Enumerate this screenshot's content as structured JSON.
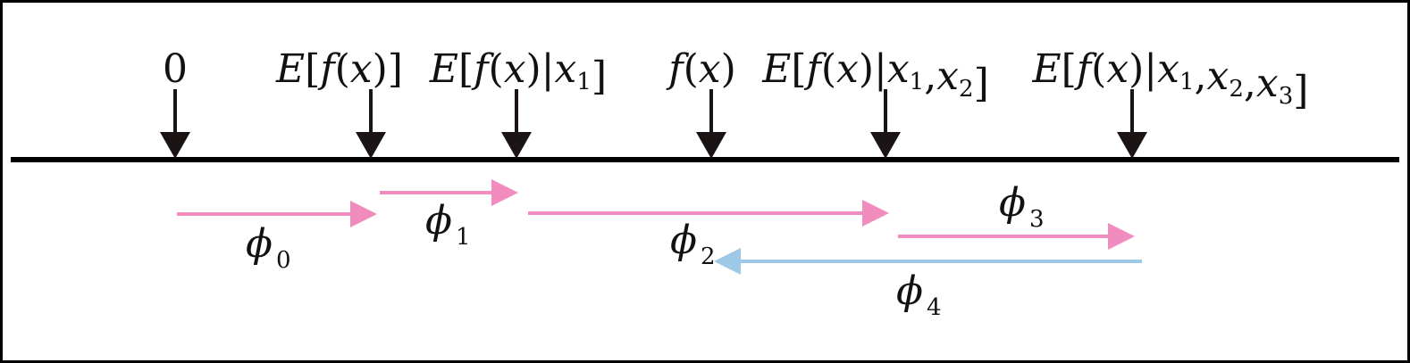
{
  "diagram": {
    "markers": [
      {
        "id": "zero",
        "label": [
          {
            "t": "0",
            "it": false
          }
        ]
      },
      {
        "id": "ef",
        "label": [
          {
            "t": "E",
            "it": true
          },
          {
            "t": "[",
            "it": false
          },
          {
            "t": "f",
            "it": true
          },
          {
            "t": "(",
            "it": false
          },
          {
            "t": "x",
            "it": true
          },
          {
            "t": ")]",
            "it": false
          }
        ]
      },
      {
        "id": "ef1",
        "label": [
          {
            "t": "E",
            "it": true
          },
          {
            "t": "[",
            "it": false
          },
          {
            "t": "f",
            "it": true
          },
          {
            "t": "(",
            "it": false
          },
          {
            "t": "x",
            "it": true
          },
          {
            "t": ")|",
            "it": false
          },
          {
            "t": "x",
            "it": true
          },
          {
            "t": "1",
            "sub": true
          },
          {
            "t": "]",
            "it": false
          }
        ]
      },
      {
        "id": "fx",
        "label": [
          {
            "t": "f",
            "it": true
          },
          {
            "t": "(",
            "it": false
          },
          {
            "t": "x",
            "it": true
          },
          {
            "t": ")",
            "it": false
          }
        ]
      },
      {
        "id": "ef12",
        "label": [
          {
            "t": "E",
            "it": true
          },
          {
            "t": "[",
            "it": false
          },
          {
            "t": "f",
            "it": true
          },
          {
            "t": "(",
            "it": false
          },
          {
            "t": "x",
            "it": true
          },
          {
            "t": ")|",
            "it": false
          },
          {
            "t": "x",
            "it": true
          },
          {
            "t": "1",
            "sub": true
          },
          {
            "t": ",",
            "it": false
          },
          {
            "t": "x",
            "it": true
          },
          {
            "t": "2",
            "sub": true
          },
          {
            "t": "]",
            "it": false
          }
        ]
      },
      {
        "id": "ef123",
        "label": [
          {
            "t": "E",
            "it": true
          },
          {
            "t": "[",
            "it": false
          },
          {
            "t": "f",
            "it": true
          },
          {
            "t": "(",
            "it": false
          },
          {
            "t": "x",
            "it": true
          },
          {
            "t": ")|",
            "it": false
          },
          {
            "t": "x",
            "it": true
          },
          {
            "t": "1",
            "sub": true
          },
          {
            "t": ",",
            "it": false
          },
          {
            "t": "x",
            "it": true
          },
          {
            "t": "2",
            "sub": true
          },
          {
            "t": ",",
            "it": false
          },
          {
            "t": "x",
            "it": true
          },
          {
            "t": "3",
            "sub": true
          },
          {
            "t": "]",
            "it": false
          }
        ]
      }
    ],
    "contributions": [
      {
        "id": "phi0",
        "symbol": "ϕ",
        "subscript": "0",
        "sign": "positive"
      },
      {
        "id": "phi1",
        "symbol": "ϕ",
        "subscript": "1",
        "sign": "positive"
      },
      {
        "id": "phi2",
        "symbol": "ϕ",
        "subscript": "2",
        "sign": "positive"
      },
      {
        "id": "phi3",
        "symbol": "ϕ",
        "subscript": "3",
        "sign": "positive"
      },
      {
        "id": "phi4",
        "symbol": "ϕ",
        "subscript": "4",
        "sign": "negative"
      }
    ],
    "colors": {
      "positive": "#f08cbe",
      "negative": "#9ec9e6",
      "marker": "#1a1414",
      "axis": "#000000"
    }
  }
}
